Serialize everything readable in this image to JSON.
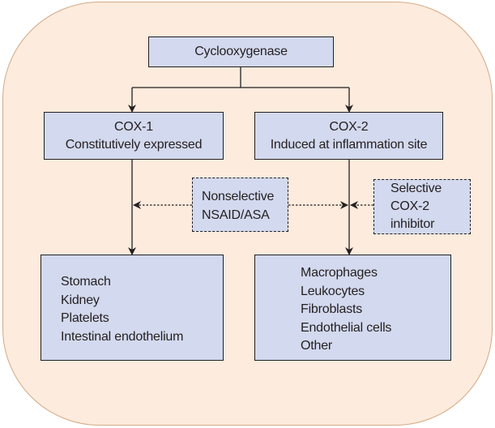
{
  "diagram": {
    "title_node": {
      "label": "Cyclooxygenase"
    },
    "cox1": {
      "line1": "COX-1",
      "line2": "Constitutively expressed"
    },
    "cox2": {
      "line1": "COX-2",
      "line2": "Induced at inflammation site"
    },
    "nonselective": {
      "line1": "Nonselective",
      "line2": "NSAID/ASA"
    },
    "selective": {
      "line1": "Selective",
      "line2": "COX-2",
      "line3": "inhibitor"
    },
    "cox1_targets": [
      "Stomach",
      "Kidney",
      "Platelets",
      "Intestinal endothelium"
    ],
    "cox2_targets": [
      "Macrophages",
      "Leukocytes",
      "Fibroblasts",
      "Endothelial cells",
      "Other"
    ],
    "colors": {
      "background": "#fdebdd",
      "border": "#d4a985",
      "box_fill": "#d3d9ee",
      "line": "#231f20"
    }
  }
}
